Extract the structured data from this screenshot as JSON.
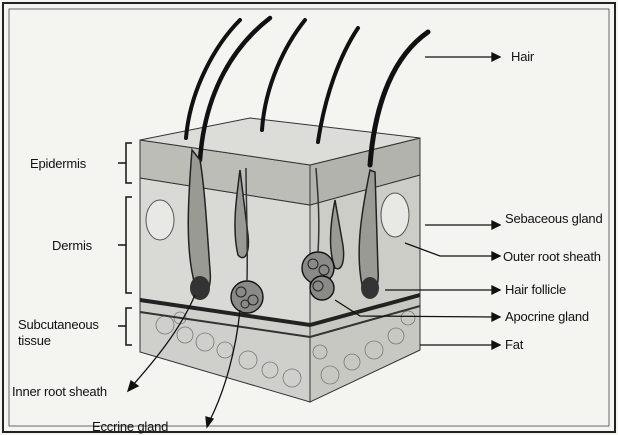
{
  "diagram": {
    "labels_left": {
      "epidermis": "Epidermis",
      "dermis": "Dermis",
      "subcutaneous_line1": "Subcutaneous",
      "subcutaneous_line2": "tissue"
    },
    "labels_right": {
      "hair": "Hair",
      "sebaceous_gland": "Sebaceous gland",
      "outer_root_sheath": "Outer root sheath",
      "hair_follicle": "Hair follicle",
      "apocrine_gland": "Apocrine gland",
      "fat": "Fat"
    },
    "labels_bottom": {
      "inner_root_sheath": "Inner root sheath",
      "eccrine_gland": "Eccrine gland"
    }
  }
}
